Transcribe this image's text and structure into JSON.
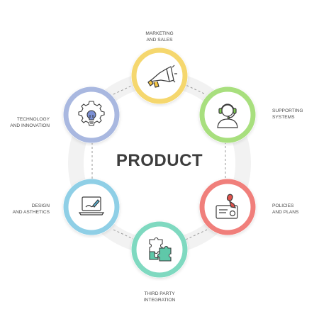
{
  "title": "PRODUCT",
  "nodes": [
    {
      "id": "marketing",
      "icon": "megaphone-icon",
      "color": "#f5d76e",
      "label_lines": [
        "MARKETING",
        "AND SALES"
      ]
    },
    {
      "id": "supporting",
      "icon": "support-agent-icon",
      "color": "#a8df7e",
      "label_lines": [
        "SUPPORTING",
        "SYSTEMS"
      ]
    },
    {
      "id": "policies",
      "icon": "stamp-icon",
      "color": "#f07f7b",
      "label_lines": [
        "POLICIES",
        "AND PLANS"
      ]
    },
    {
      "id": "third-party",
      "icon": "puzzle-icon",
      "color": "#7fd9c0",
      "label_lines": [
        "THIRD PARTY",
        "INTEGRATION"
      ]
    },
    {
      "id": "design",
      "icon": "laptop-pen-icon",
      "color": "#8fcfe6",
      "label_lines": [
        "DESIGN",
        "AND ASTHETICS"
      ]
    },
    {
      "id": "technology",
      "icon": "gear-bulb-icon",
      "color": "#a9b8e0",
      "label_lines": [
        "TECHNOLOGY",
        "AND INNOVATION"
      ]
    }
  ],
  "colors": {
    "text": "#3d3d3d",
    "ring_track": "#f0f0f0",
    "icon_stroke": "#3a3a3a"
  }
}
